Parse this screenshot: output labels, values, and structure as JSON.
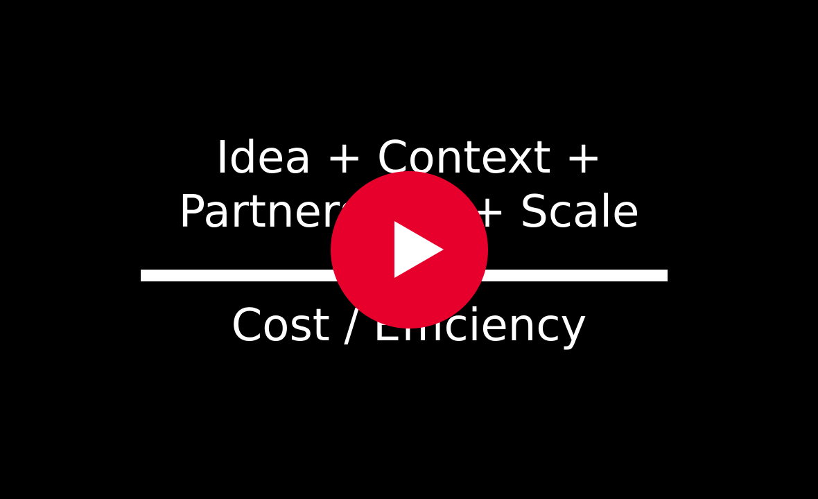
{
  "slide": {
    "numerator_line_1": "Idea + Context +",
    "numerator_line_2": "Partnerships + Scale",
    "denominator": "Cost / Efficiency"
  },
  "player": {
    "play_icon": "play-icon",
    "accent_color": "#e8002d"
  }
}
